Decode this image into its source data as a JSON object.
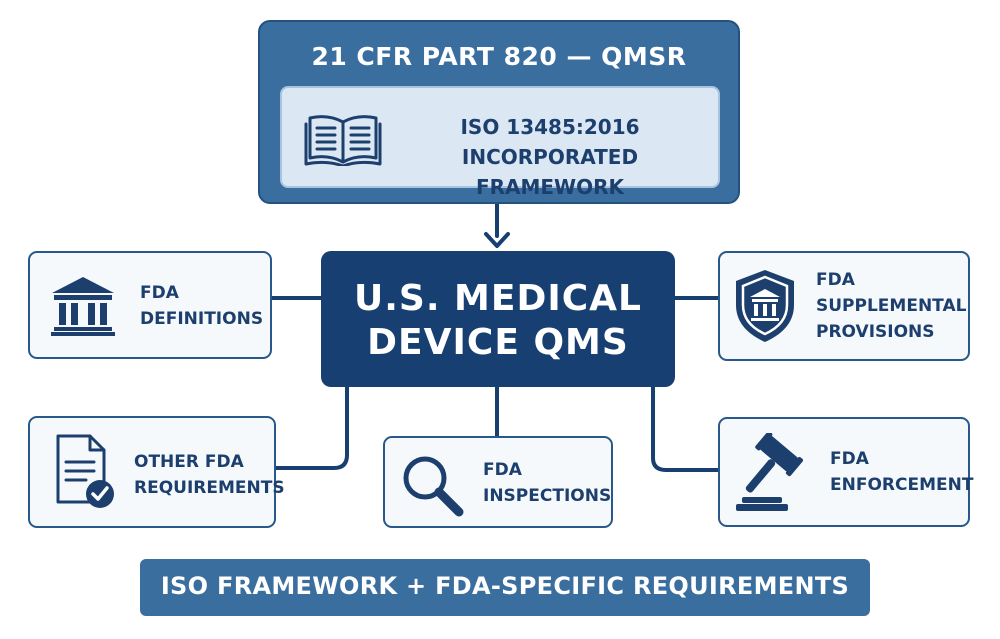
{
  "title": "21 CFR PART 820 — QMSR",
  "framework": {
    "line1": "ISO 13485:2016",
    "line2": "INCORPORATED FRAMEWORK",
    "icon": "open-book-icon"
  },
  "center": {
    "line1": "U.S. MEDICAL",
    "line2": "DEVICE QMS"
  },
  "nodes": {
    "definitions": {
      "line1": "FDA",
      "line2": "DEFINITIONS",
      "icon": "government-building-icon"
    },
    "other_requirements": {
      "line1": "OTHER FDA",
      "line2": "REQUIREMENTS",
      "icon": "document-check-icon"
    },
    "inspections": {
      "line1": "FDA",
      "line2": "INSPECTIONS",
      "icon": "magnifying-glass-icon"
    },
    "supplemental": {
      "line1": "FDA",
      "line2": "SUPPLEMENTAL",
      "line3": "PROVISIONS",
      "icon": "shield-building-icon"
    },
    "enforcement": {
      "line1": "FDA",
      "line2": "ENFORCEMENT",
      "icon": "gavel-icon"
    }
  },
  "banner": "ISO FRAMEWORK + FDA-SPECIFIC REQUIREMENTS",
  "colors": {
    "primary_dark": "#173f71",
    "primary": "#3a6e9f",
    "light": "#dbe7f3",
    "text": "#1d3f6e"
  }
}
